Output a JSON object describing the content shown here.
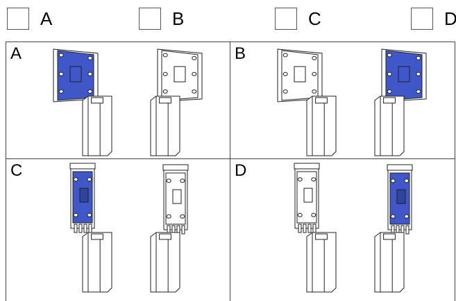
{
  "options": [
    "A",
    "B",
    "C",
    "D"
  ],
  "panels": [
    {
      "label": "A",
      "highlight": "left",
      "view": "front"
    },
    {
      "label": "B",
      "highlight": "right",
      "view": "front"
    },
    {
      "label": "C",
      "highlight": "left",
      "view": "side"
    },
    {
      "label": "D",
      "highlight": "right",
      "view": "side"
    }
  ],
  "colors": {
    "highlight": "#3f57c8",
    "line": "#222222",
    "frame": "#444444"
  }
}
